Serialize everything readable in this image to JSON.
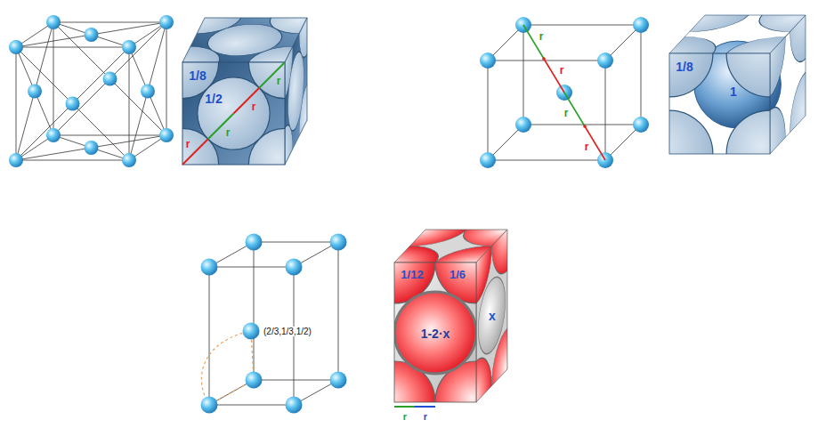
{
  "diagram": {
    "labels": [
      "1/8",
      "1/2",
      "r",
      "r",
      "r",
      "r",
      "r",
      "r",
      "r",
      "r",
      "1/8",
      "1",
      "(2/3,1/3,1/2)",
      "1/12",
      "1/6",
      "1-2·x",
      "x",
      "r",
      "r"
    ]
  }
}
